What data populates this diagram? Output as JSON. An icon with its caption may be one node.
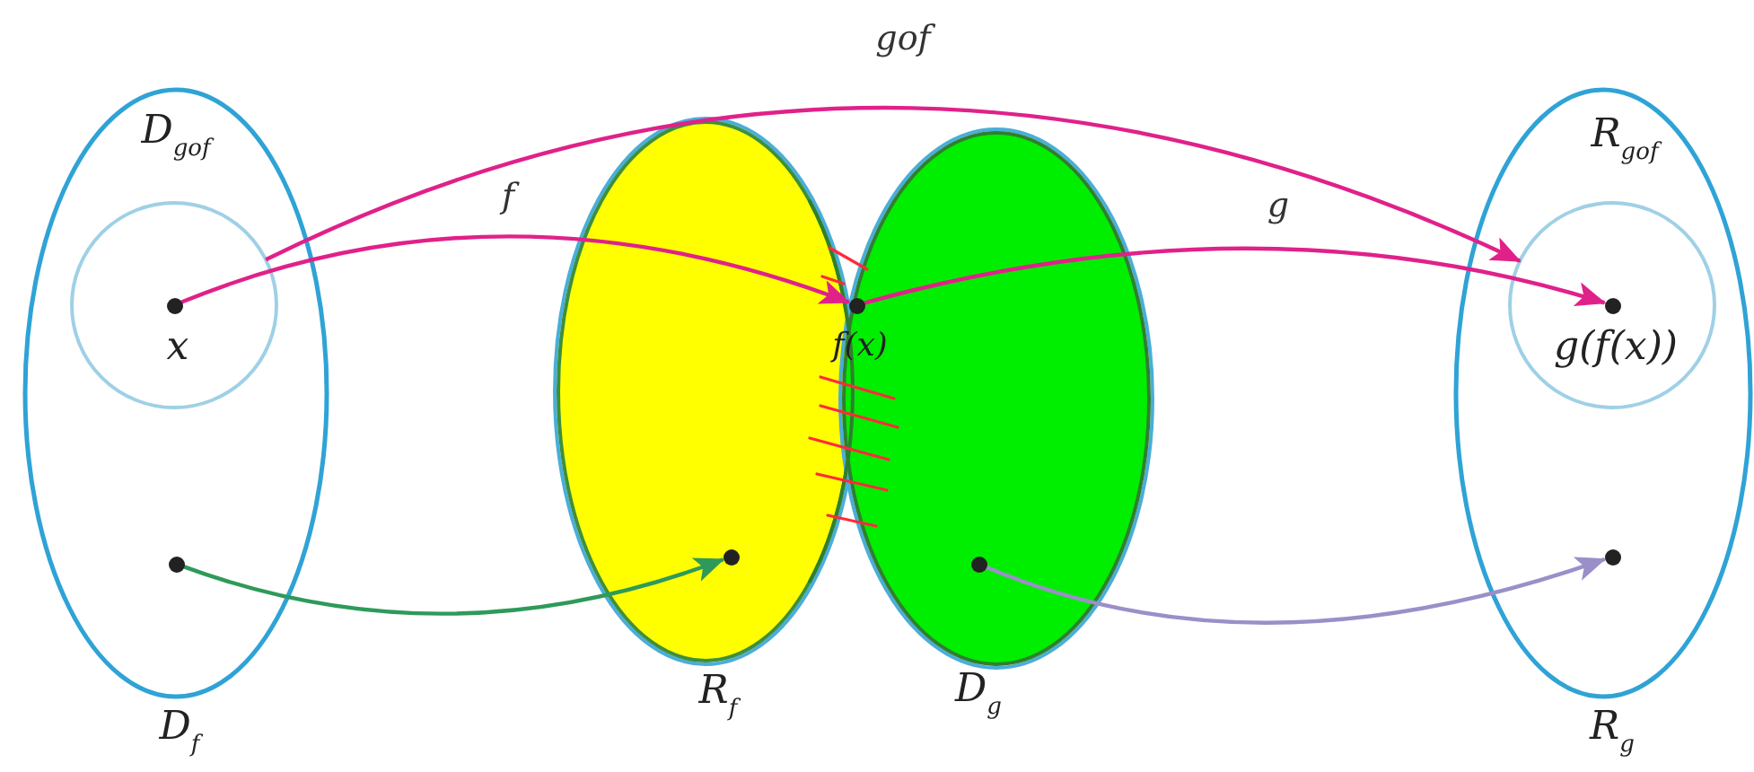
{
  "diagram": {
    "nodes": [
      {
        "text": [
          "D$_{f}$"
        ]
      },
      {
        "text": [
          "D$_{gof}$"
        ],
        "in": 0
      },
      {
        "text": [
          "x"
        ],
        "in": 1
      },
      {
        "text": [],
        "shape": "circle",
        "in": 0
      },
      {
        "text": [
          "R$_{f}$"
        ]
      },
      {
        "text": [
          "D$_{g}$"
        ]
      },
      {
        "text": [
          "f(x)"
        ],
        "in": 5
      },
      {
        "text": [],
        "shape": "circle",
        "in": 4
      },
      {
        "text": [],
        "shape": "circle",
        "in": 5
      },
      {
        "text": [
          "R$_{g}$"
        ]
      },
      {
        "text": [
          "R$_{gof}$"
        ],
        "in": 9
      },
      {
        "text": [
          "g(f(x))"
        ],
        "in": 10
      },
      {
        "text": [],
        "shape": "circle",
        "in": 9
      }
    ],
    "edges": [
      {
        "from": 1,
        "to": 10,
        "arrow": "to",
        "label": "gof"
      },
      {
        "from": 2,
        "to": 6,
        "arrow": "to",
        "label": "f"
      },
      {
        "from": 6,
        "to": 11,
        "arrow": "to",
        "label": "g"
      },
      {
        "from": 3,
        "to": 7,
        "arrow": "to",
        "color": "#2e9a5a"
      },
      {
        "from": 8,
        "to": 12,
        "arrow": "to",
        "color": "#9b8fc8"
      }
    ]
  }
}
